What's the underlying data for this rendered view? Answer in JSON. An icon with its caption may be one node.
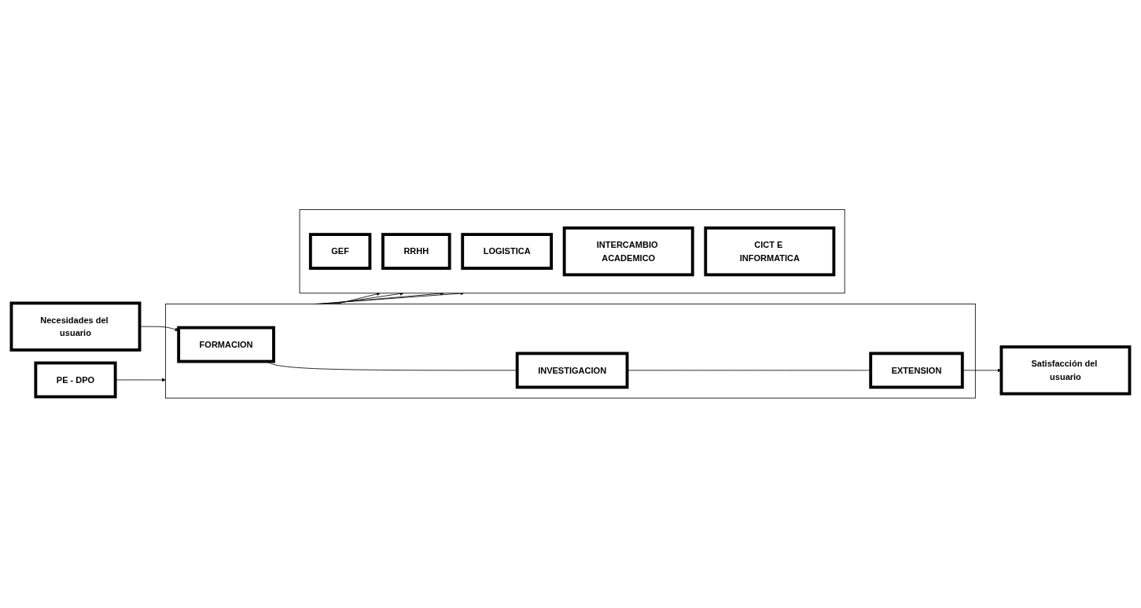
{
  "diagram": {
    "nodes": [
      {
        "text": [
          "PE - DPO"
        ]
      },
      {
        "text": [
          "Necesidades del usuario"
        ]
      },
      {
        "text": [],
        "shape": "box"
      },
      {
        "text": [
          "FORMACION"
        ],
        "in": 2
      },
      {
        "text": [
          "INVESTIGACION"
        ],
        "in": 2
      },
      {
        "text": [
          "EXTENSION"
        ],
        "in": 2
      },
      {
        "text": [
          "Satisfacción del usuario"
        ]
      },
      {
        "text": [],
        "shape": "box"
      },
      {
        "text": [
          "GEF"
        ],
        "in": 7
      },
      {
        "text": [
          "RRHH"
        ],
        "in": 7
      },
      {
        "text": [
          "LOGISTICA"
        ],
        "in": 7
      },
      {
        "text": [
          "INTERCAMBIO ACADEMICO"
        ],
        "in": 7
      },
      {
        "text": [
          "CICT E INFORMATICA"
        ],
        "in": 7
      }
    ],
    "edges": [
      {
        "from": 0,
        "to": 2,
        "arrow": "to"
      },
      {
        "from": 1,
        "to": 3,
        "arrow": "to"
      },
      {
        "from": 3,
        "to": 4,
        "arrow": "none"
      },
      {
        "from": 4,
        "to": 5,
        "arrow": "none"
      },
      {
        "from": 5,
        "to": 6,
        "arrow": "to"
      },
      {
        "from": 2,
        "to": 7,
        "arrow": "to"
      },
      {
        "from": 2,
        "to": 7,
        "arrow": "to"
      },
      {
        "from": 2,
        "to": 7,
        "arrow": "to"
      },
      {
        "from": 2,
        "to": 7,
        "arrow": "to"
      }
    ]
  }
}
